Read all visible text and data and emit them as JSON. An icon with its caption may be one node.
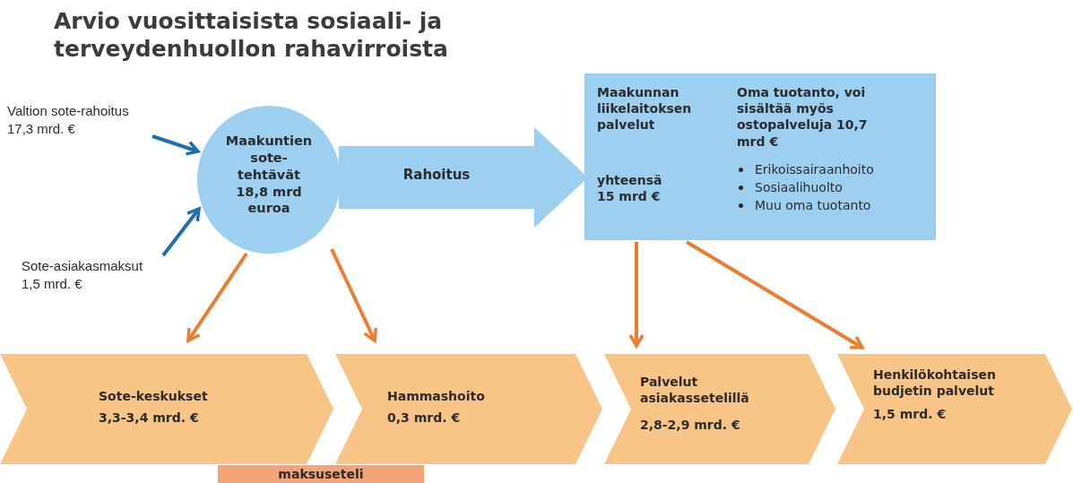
{
  "diagram": {
    "title": "Arvio vuosittaisista sosiaali- ja terveydenhuollon rahavirroista",
    "nodes": [
      {
        "text": [
          "Valtion sote-rahoitus 17,3 mrd. €"
        ]
      },
      {
        "text": [
          "Sote-asiakasmaksut 1,5 mrd. €"
        ]
      },
      {
        "text": [
          "Maakuntien sote-tehtävät 18,8 mrd euroa"
        ]
      },
      {
        "text": [
          "Maakunnan liikelaitoksen palvelut",
          "yhteensä 15 mrd €",
          "Oma tuotanto, voi sisältää myös ostopalveluja 10,7 mrd €",
          "Erikoissairaanhoito",
          "Sosiaalihuolto",
          "Muu oma tuotanto"
        ]
      },
      {
        "text": [
          "Sote-keskukset",
          "3,3-3,4 mrd. €"
        ]
      },
      {
        "text": [
          "Hammashoito",
          "0,3 mrd. €"
        ]
      },
      {
        "text": [
          "Palvelut asiakassetelillä",
          "2,8-2,9 mrd. €"
        ]
      },
      {
        "text": [
          "Henkilökohtaisen budjetin palvelut",
          "1,5 mrd. €"
        ]
      },
      {
        "text": [
          "maksuseteli"
        ]
      }
    ],
    "edges": [
      {
        "from": 0,
        "to": 2,
        "arrow": "to",
        "color": "#1f6fae"
      },
      {
        "from": 1,
        "to": 2,
        "arrow": "to",
        "color": "#1f6fae"
      },
      {
        "from": 2,
        "to": 3,
        "arrow": "to",
        "label": "Rahoitus",
        "style": "thick",
        "color": "#9dd0f0"
      },
      {
        "from": 2,
        "to": 4,
        "arrow": "to"
      },
      {
        "from": 2,
        "to": 5,
        "arrow": "to"
      },
      {
        "from": 3,
        "to": 6,
        "arrow": "to"
      },
      {
        "from": 3,
        "to": 7,
        "arrow": "to"
      }
    ]
  }
}
